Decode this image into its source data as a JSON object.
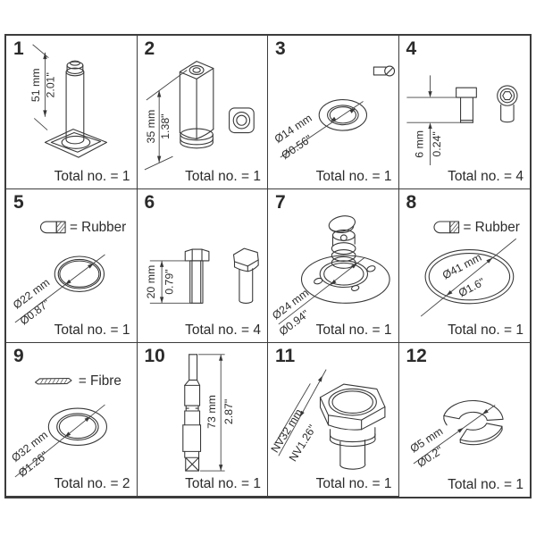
{
  "colors": {
    "background": "#ffffff",
    "line": "#383838",
    "border": "#3c3c3c",
    "text": "#2b2b2b"
  },
  "legends": {
    "rubber": {
      "icon": "rubber-swatch-icon",
      "label": "= Rubber"
    },
    "fibre": {
      "icon": "fibre-swatch-icon",
      "label": "= Fibre"
    }
  },
  "cells": [
    {
      "num": "1",
      "dim_mm": "51 mm",
      "dim_in": "2.01\"",
      "total": "Total no. = 1"
    },
    {
      "num": "2",
      "dim_mm": "35 mm",
      "dim_in": "1.38\"",
      "total": "Total no. = 1"
    },
    {
      "num": "3",
      "dim_mm": "Ø14 mm",
      "dim_in": "Ø0.56\"",
      "total": "Total no. = 1"
    },
    {
      "num": "4",
      "dim_mm": "6 mm",
      "dim_in": "0.24\"",
      "total": "Total no. = 4"
    },
    {
      "num": "5",
      "legend": "= Rubber",
      "dim_mm": "Ø22 mm",
      "dim_in": "Ø0.87\"",
      "total": "Total no. = 1"
    },
    {
      "num": "6",
      "dim_mm": "20 mm",
      "dim_in": "0.79\"",
      "total": "Total no. = 4"
    },
    {
      "num": "7",
      "dim_mm": "Ø24 mm",
      "dim_in": "Ø0.94\"",
      "total": "Total no. = 1"
    },
    {
      "num": "8",
      "legend": "= Rubber",
      "dim_mm": "Ø41 mm",
      "dim_in": "Ø1.6\"",
      "total": "Total no. = 1"
    },
    {
      "num": "9",
      "legend": "= Fibre",
      "dim_mm": "Ø32 mm",
      "dim_in": "Ø1.26\"",
      "total": "Total no. = 2"
    },
    {
      "num": "10",
      "dim_mm": "73 mm",
      "dim_in": "2.87\"",
      "total": "Total no. = 1"
    },
    {
      "num": "11",
      "dim_mm": "NV32 mm",
      "dim_in": "NV1.26\"",
      "total": "Total no. = 1"
    },
    {
      "num": "12",
      "dim_mm": "Ø5 mm",
      "dim_in": "Ø0.2\"",
      "total": "Total no. = 1"
    }
  ]
}
